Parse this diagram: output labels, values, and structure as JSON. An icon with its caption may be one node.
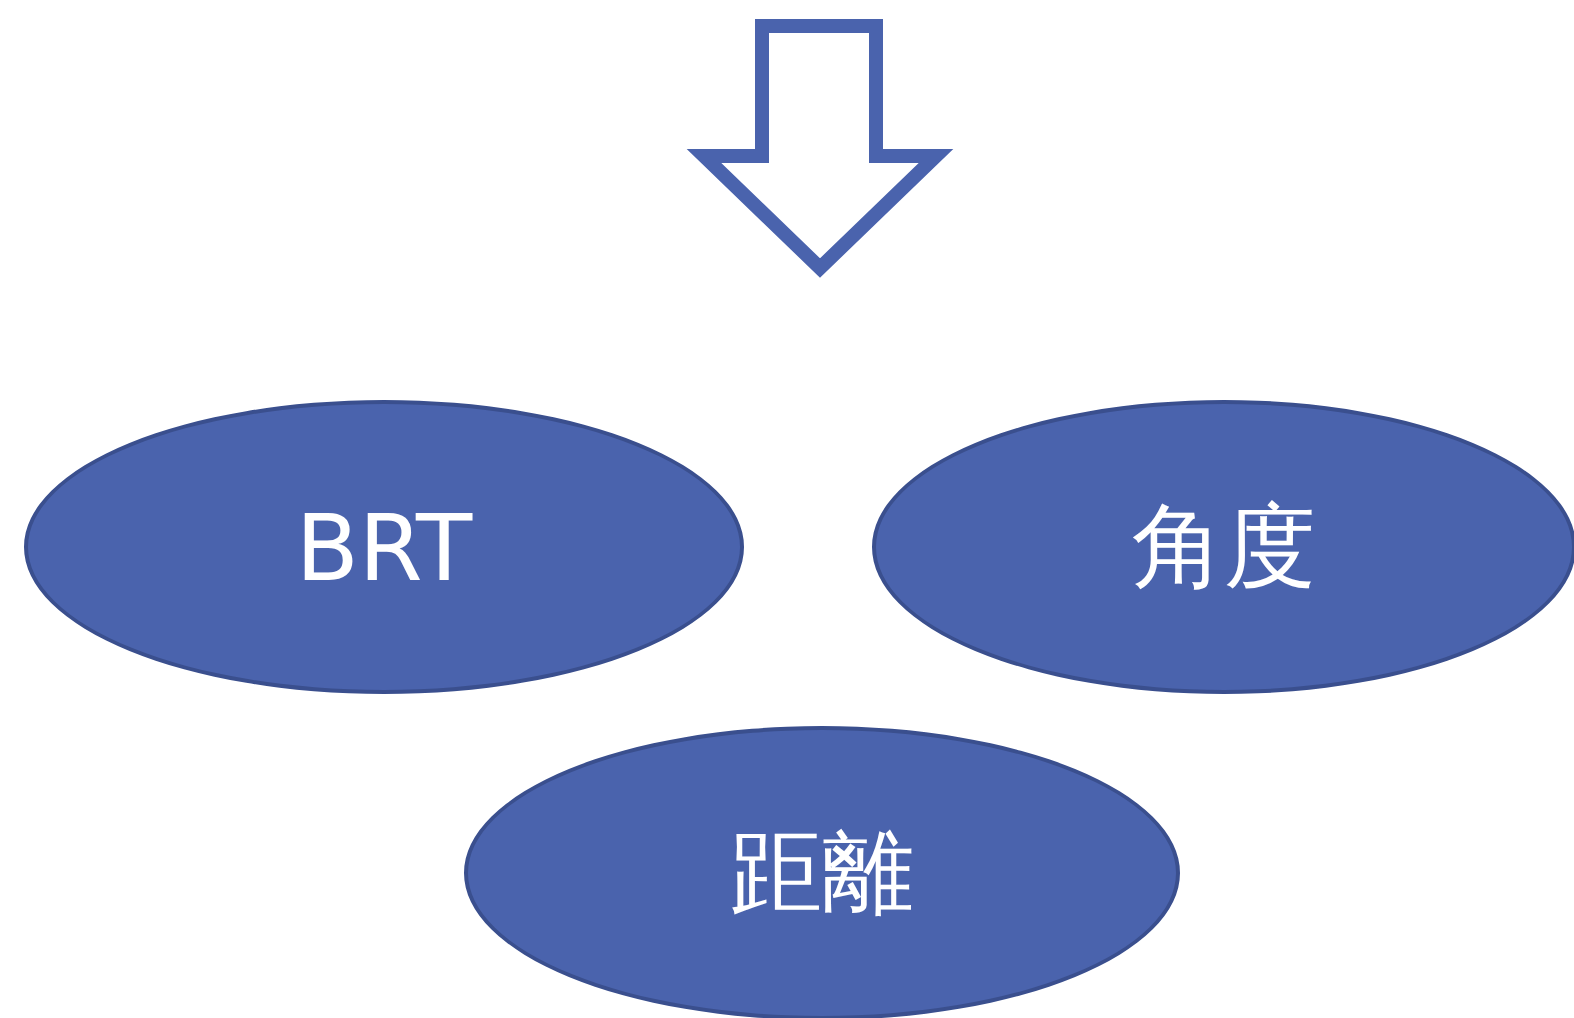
{
  "diagram": {
    "nodes": [
      {
        "text": [
          "BRT"
        ]
      },
      {
        "text": [
          "角度"
        ]
      },
      {
        "text": [
          "距離"
        ]
      }
    ]
  }
}
